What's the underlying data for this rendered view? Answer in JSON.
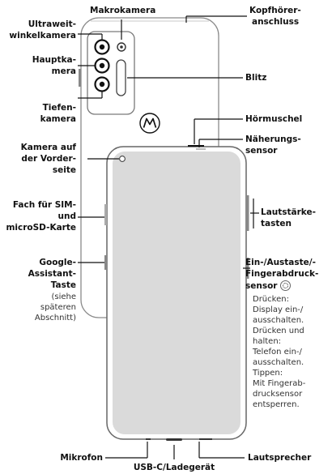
{
  "labels": {
    "makrokamera": "Makrokamera",
    "ultraweit_1": "Ultraweit-",
    "ultraweit_2": "winkelkamera",
    "haupt_1": "Hauptka-",
    "haupt_2": "mera",
    "tiefen_1": "Tiefen-",
    "tiefen_2": "kamera",
    "front_1": "Kamera auf",
    "front_2": "der Vorder-",
    "front_3": "seite",
    "sim_1": "Fach für SIM-",
    "sim_2": "und",
    "sim_3": "microSD-Karte",
    "google_1": "Google-",
    "google_2": "Assistant-",
    "google_3": "Taste",
    "google_note_1": "(siehe",
    "google_note_2": "späteren",
    "google_note_3": "Abschnitt)",
    "mikrofon": "Mikrofon",
    "usb": "USB-C/Ladegerät",
    "lautsprecher": "Lautsprecher",
    "kopf_1": "Kopfhörer-",
    "kopf_2": "anschluss",
    "blitz": "Blitz",
    "hoermuschel": "Hörmuschel",
    "naeh_1": "Näherungs-",
    "naeh_2": "sensor",
    "laut_1": "Lautstärke-",
    "laut_2": "tasten",
    "power_1": "Ein-/Austaste/-",
    "power_2": "Fingerabdruck-",
    "power_3": "sensor"
  },
  "power_description": [
    "Drücken:",
    "Display ein-/",
    "ausschalten.",
    "Drücken und",
    "halten:",
    "Telefon ein-/",
    "ausschalten.",
    "Tippen:",
    "Mit Fingerab-",
    "drucksensor",
    "entsperren."
  ],
  "icons": {
    "logo": "motorola-logo-icon",
    "fingerprint": "fingerprint-icon"
  }
}
